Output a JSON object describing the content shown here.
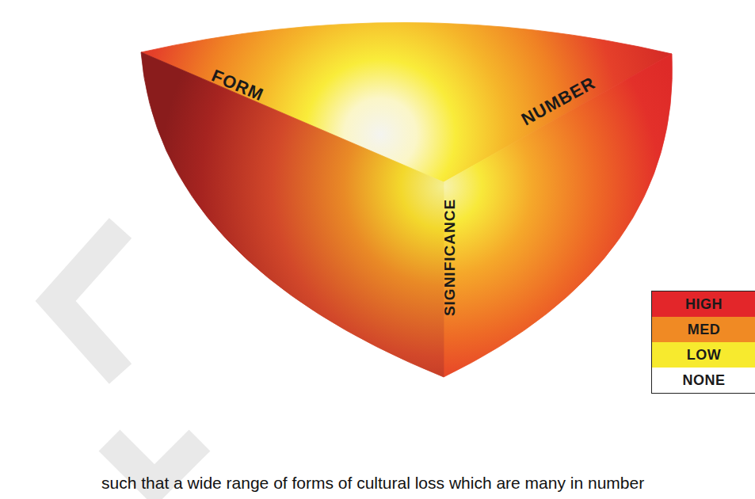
{
  "diagram": {
    "nodes": [
      {
        "text": [
          "FORM",
          "NUMBER",
          "SIGNIFICANCE"
        ]
      }
    ],
    "labels": [
      "such that a wide range of forms of cultural loss which are many in number"
    ],
    "legend": [
      {
        "text": "HIGH",
        "color": "#e3262a"
      },
      {
        "text": "MED",
        "color": "#f08a24"
      },
      {
        "text": "LOW",
        "color": "#f7ea2e"
      },
      {
        "text": "NONE",
        "color": "#ffffff"
      }
    ]
  }
}
